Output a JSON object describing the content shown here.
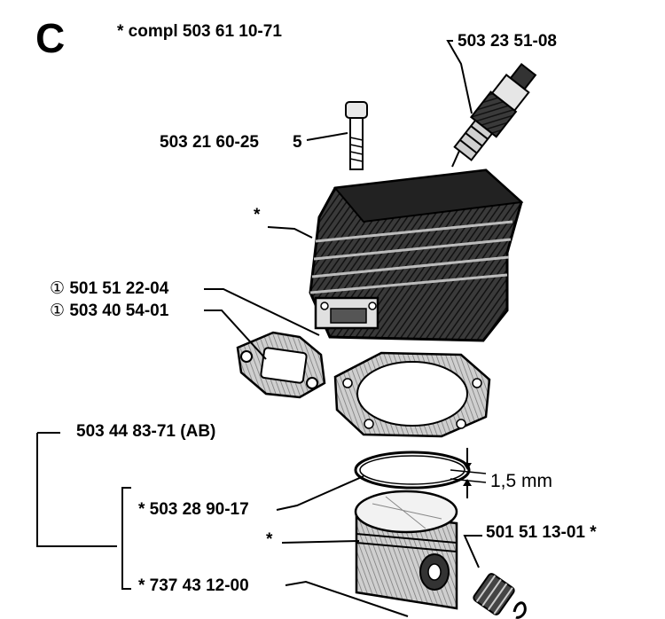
{
  "diagram": {
    "section_letter": "C",
    "assembly_note": "* compl 503 61 10-71",
    "labels": {
      "spark_plug": "503 23 51-08",
      "bolt": "503 21 60-25",
      "bolt_suffix": "5",
      "cylinder_star": "*",
      "gasket_a_prefix": "①",
      "gasket_a": "501 51 22-04",
      "gasket_b_prefix": "①",
      "gasket_b": "503 40 54-01",
      "piston_kit": "503 44 83-71 (AB)",
      "ring_dimension": "1,5 mm",
      "piston_ring": "* 503 28 90-17",
      "piston_star": "*",
      "circlip": "501 51 13-01 *",
      "bearing": "* 737 43 12-00"
    },
    "colors": {
      "ink": "#000000",
      "paper": "#ffffff",
      "fill_dark": "#2a2a2a",
      "fill_mid": "#555555",
      "fill_light": "#d8d8d8"
    }
  }
}
